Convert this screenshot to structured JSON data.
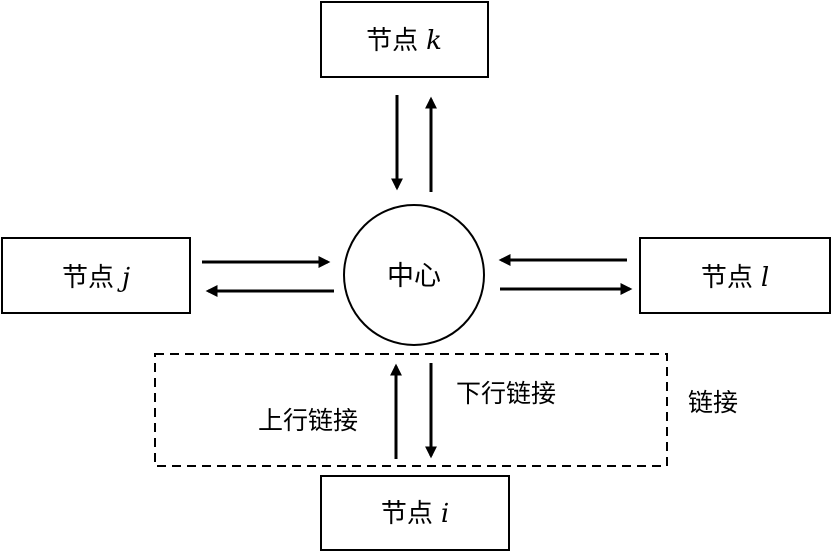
{
  "center": {
    "label": "中心"
  },
  "nodes": {
    "k": {
      "prefix": "节点",
      "var": "k"
    },
    "j": {
      "prefix": "节点",
      "var": "j"
    },
    "l": {
      "prefix": "节点",
      "var": "l"
    },
    "i": {
      "prefix": "节点",
      "var": "i"
    }
  },
  "links": {
    "uplink": "上行链接",
    "downlink": "下行链接",
    "group": "链接"
  }
}
